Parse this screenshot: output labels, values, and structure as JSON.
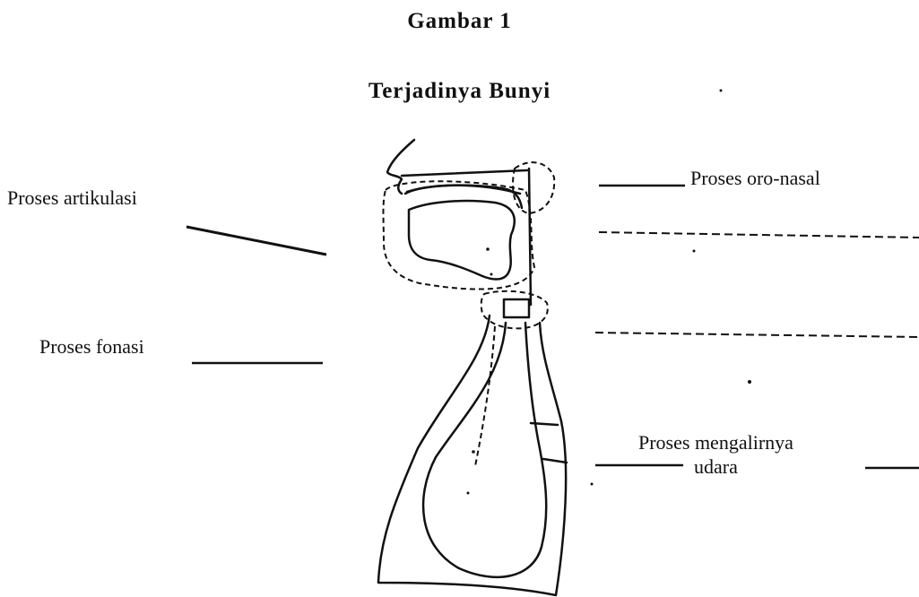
{
  "figure": {
    "caption": "Gambar 1",
    "title": "Terjadinya Bunyi"
  },
  "labels": {
    "articulation": "Proses artikulasi",
    "phonation": "Proses fonasi",
    "oro_nasal": "Proses oro-nasal",
    "airflow_line1": "Proses mengalirnya",
    "airflow_line2": "udara"
  }
}
